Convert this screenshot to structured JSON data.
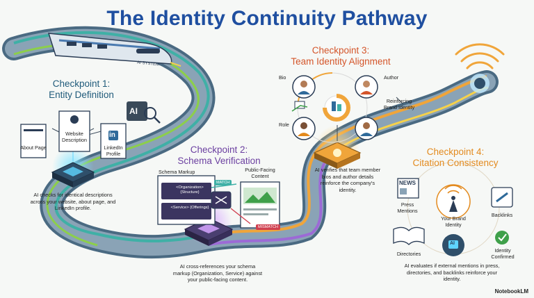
{
  "title": "The Identity Continuity Pathway",
  "train_label": "AI SYSTEM",
  "checkpoint1": {
    "title_line1": "Checkpoint 1:",
    "title_line2": "Entity Definition",
    "ai_chip": "AI",
    "cards": [
      "About Page",
      "Website Description",
      "LinkedIn Profile"
    ],
    "linkedin_glyph": "in",
    "description": "AI checks for identical descriptions across your website, about page, and LinkedIn profile."
  },
  "checkpoint2": {
    "title_line1": "Checkpoint 2:",
    "title_line2": "Schema Verification",
    "schema_label": "Schema Markup",
    "schema_items": [
      "<Organization> {Structure}",
      "<Service> {Offerings}"
    ],
    "public_label": "Public-Facing Content",
    "match_label": "MATCH",
    "mismatch_label": "MISMATCH",
    "description": "AI cross-references your schema markup (Organization, Service) against your public-facing content."
  },
  "checkpoint3": {
    "title_line1": "Checkpoint 3:",
    "title_line2": "Team Identity Alignment",
    "labels": {
      "bio": "Bio",
      "author": "Author",
      "reinforcing": "Reinforcing Brand Identity",
      "role": "Role"
    },
    "description": "AI verifies that team member bios and author details reinforce the company's identity."
  },
  "checkpoint4": {
    "title_line1": "Checkpoint 4:",
    "title_line2": "Citation Consistency",
    "news_label": "NEWS",
    "nodes": {
      "press": "Press Mentions",
      "brand": "Your Brand Identity",
      "backlinks": "Backlinks",
      "directories": "Directories",
      "confirmed": "Identity Confirmed"
    },
    "ai_chip": "AI",
    "description": "AI evaluates if external mentions in press, directories, and backlinks reinforce your identity."
  },
  "footer": "NotebookLM",
  "colors": {
    "title": "#1f4fa0",
    "cp1": "#1f5a7a",
    "cp2": "#6b3fa0",
    "cp3": "#d4552a",
    "cp4": "#e38a1e",
    "track": "#4a6a82",
    "rail_teal": "#3fb0a6",
    "rail_orange": "#f0a53a"
  }
}
